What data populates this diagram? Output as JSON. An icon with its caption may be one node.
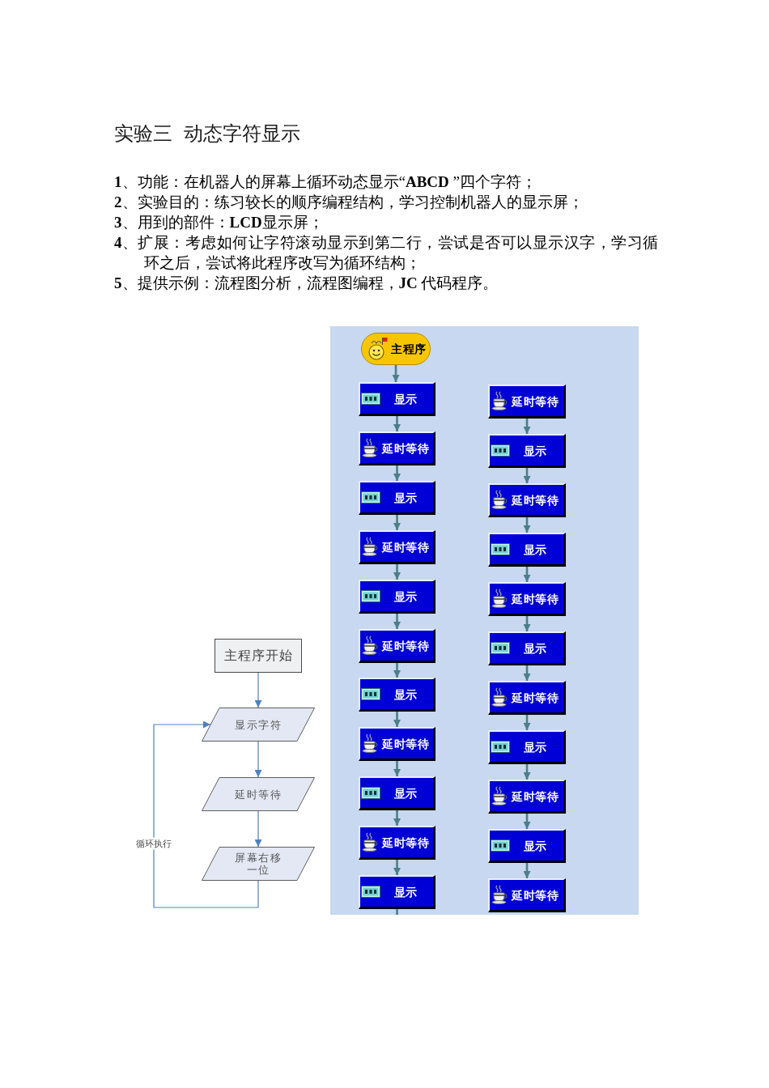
{
  "diagram": {
    "title": "实验三 动态字符显示",
    "nodes": [
      {
        "text": [
          "主程序开始"
        ]
      },
      {
        "text": [
          "显示字符"
        ]
      },
      {
        "text": [
          "延时等待"
        ]
      },
      {
        "text": [
          "屏幕右移一位"
        ]
      },
      {
        "text": [
          "主程序"
        ]
      },
      {
        "text": [
          "显示"
        ]
      },
      {
        "text": [
          "延时等待"
        ]
      },
      {
        "text": [
          "显示"
        ]
      },
      {
        "text": [
          "延时等待"
        ]
      },
      {
        "text": [
          "显示"
        ]
      },
      {
        "text": [
          "延时等待"
        ]
      },
      {
        "text": [
          "显示"
        ]
      },
      {
        "text": [
          "延时等待"
        ]
      },
      {
        "text": [
          "显示"
        ]
      },
      {
        "text": [
          "延时等待"
        ]
      },
      {
        "text": [
          "显示"
        ]
      },
      {
        "text": [
          "延时等待"
        ]
      },
      {
        "text": [
          "显示"
        ]
      },
      {
        "text": [
          "延时等待"
        ]
      },
      {
        "text": [
          "显示"
        ]
      },
      {
        "text": [
          "延时等待"
        ]
      },
      {
        "text": [
          "显示"
        ]
      },
      {
        "text": [
          "延时等待"
        ]
      },
      {
        "text": [
          "显示"
        ]
      },
      {
        "text": [
          "延时等待"
        ]
      },
      {
        "text": [
          "显示"
        ]
      },
      {
        "text": [
          "延时等待"
        ]
      }
    ],
    "edges": [
      {
        "from": 0,
        "to": 1,
        "arrow": "to",
        "color": "#4f81bd"
      },
      {
        "from": 1,
        "to": 2,
        "arrow": "to",
        "color": "#4f81bd"
      },
      {
        "from": 2,
        "to": 3,
        "arrow": "to",
        "color": "#4f81bd"
      },
      {
        "from": 3,
        "to": 1,
        "arrow": "to",
        "label": "循环执行",
        "color": "#4f81bd"
      },
      {
        "from": 4,
        "to": 5,
        "arrow": "to"
      },
      {
        "from": 5,
        "to": 6,
        "arrow": "to"
      },
      {
        "from": 6,
        "to": 7,
        "arrow": "to"
      },
      {
        "from": 7,
        "to": 8,
        "arrow": "to"
      },
      {
        "from": 8,
        "to": 9,
        "arrow": "to"
      },
      {
        "from": 9,
        "to": 10,
        "arrow": "to"
      },
      {
        "from": 10,
        "to": 11,
        "arrow": "to"
      },
      {
        "from": 11,
        "to": 12,
        "arrow": "to"
      },
      {
        "from": 12,
        "to": 13,
        "arrow": "to"
      },
      {
        "from": 13,
        "to": 14,
        "arrow": "to"
      },
      {
        "from": 14,
        "to": 15,
        "arrow": "to"
      },
      {
        "from": 15,
        "to": null,
        "arrow": "none"
      },
      {
        "from": 16,
        "to": 17,
        "arrow": "to"
      },
      {
        "from": 17,
        "to": 18,
        "arrow": "to"
      },
      {
        "from": 18,
        "to": 19,
        "arrow": "to"
      },
      {
        "from": 19,
        "to": 20,
        "arrow": "to"
      },
      {
        "from": 20,
        "to": 21,
        "arrow": "to"
      },
      {
        "from": 21,
        "to": 22,
        "arrow": "to"
      },
      {
        "from": 22,
        "to": 23,
        "arrow": "to"
      },
      {
        "from": 23,
        "to": 24,
        "arrow": "to"
      },
      {
        "from": 24,
        "to": 25,
        "arrow": "to"
      },
      {
        "from": 25,
        "to": 26,
        "arrow": "to"
      }
    ],
    "labels": [
      "**1**、功能：在机器人的屏幕上循环动态显示“**ABCD** ”四个字符；",
      "**2**、实验目的：练习较长的顺序编程结构，学习控制机器人的显示屏；",
      "**3**、用到的部件：**LCD**显示屏；",
      "**4**、扩展：考虑如何让字符滚动显示到第二行，尝试是否可以显示汉字，学习循环之后，尝试将此程序改写为循环结构；",
      "**5**、提供示例：流程图分析，流程图编程，**JC** 代码程序。"
    ]
  }
}
